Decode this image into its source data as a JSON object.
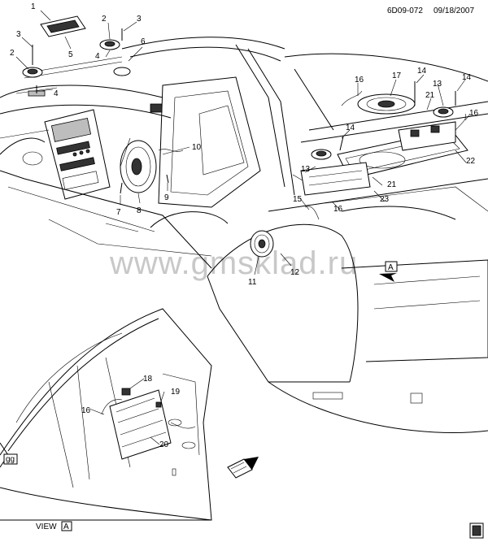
{
  "header": {
    "ref_id": "6D09-072",
    "date": "09/18/2007"
  },
  "watermark": "www.gmsklad.ru",
  "view": {
    "prefix": "VIEW",
    "letter": "A"
  },
  "view_marker_letter": "A",
  "corner_tag": "gg",
  "colors": {
    "line": "#000000",
    "watermark": "#c8c8c8",
    "background": "#ffffff"
  },
  "callouts": {
    "c1": "1",
    "c2a": "2",
    "c3a": "3",
    "c2b": "2",
    "c3b": "3",
    "c4a": "4",
    "c4b": "4",
    "c5": "5",
    "c6": "6",
    "c7": "7",
    "c8": "8",
    "c9": "9",
    "c10": "10",
    "c11": "11",
    "c12": "12",
    "c13a": "13",
    "c13b": "13",
    "c14a": "14",
    "c14b": "14",
    "c14c": "14",
    "c15": "15",
    "c16a": "16",
    "c16b": "16",
    "c16c": "16",
    "c16d": "16",
    "c17": "17",
    "c18": "18",
    "c19": "19",
    "c20": "20",
    "c21a": "21",
    "c21b": "21",
    "c22": "22",
    "c23": "23"
  }
}
